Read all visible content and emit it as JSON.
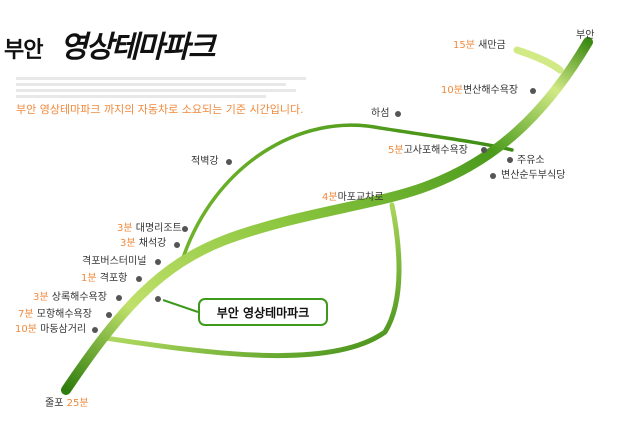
{
  "title": {
    "prefix": "부안",
    "main": "영상테마파크"
  },
  "subtitle": "부안 영상테마파크 까지의 자동차로 소요되는 기준 시간입니다.",
  "callout": "부안 영상테마파크",
  "places": [
    {
      "name": "부안",
      "minutes": ""
    },
    {
      "name": "새만금",
      "minutes": "15분"
    },
    {
      "name": "변산해수욕장",
      "minutes": "10분"
    },
    {
      "name": "하섬",
      "minutes": ""
    },
    {
      "name": "고사포해수욕장",
      "minutes": "5분"
    },
    {
      "name": "주유소",
      "minutes": ""
    },
    {
      "name": "변산순두부식당",
      "minutes": ""
    },
    {
      "name": "적벽강",
      "minutes": ""
    },
    {
      "name": "마포교차로",
      "minutes": "4분"
    },
    {
      "name": "대명리조트",
      "minutes": "3분"
    },
    {
      "name": "채석강",
      "minutes": "3분"
    },
    {
      "name": "격포버스터미널",
      "minutes": ""
    },
    {
      "name": "격포항",
      "minutes": "1분"
    },
    {
      "name": "상록해수욕장",
      "minutes": "3분"
    },
    {
      "name": "모항해수욕장",
      "minutes": "7분"
    },
    {
      "name": "마동삼거리",
      "minutes": "10분"
    },
    {
      "name": "줄포",
      "minutes": "25분"
    }
  ],
  "colors": {
    "road_dark": "#3d8b14",
    "road_light": "#c9e57a",
    "minutes": "#f08a3e"
  }
}
